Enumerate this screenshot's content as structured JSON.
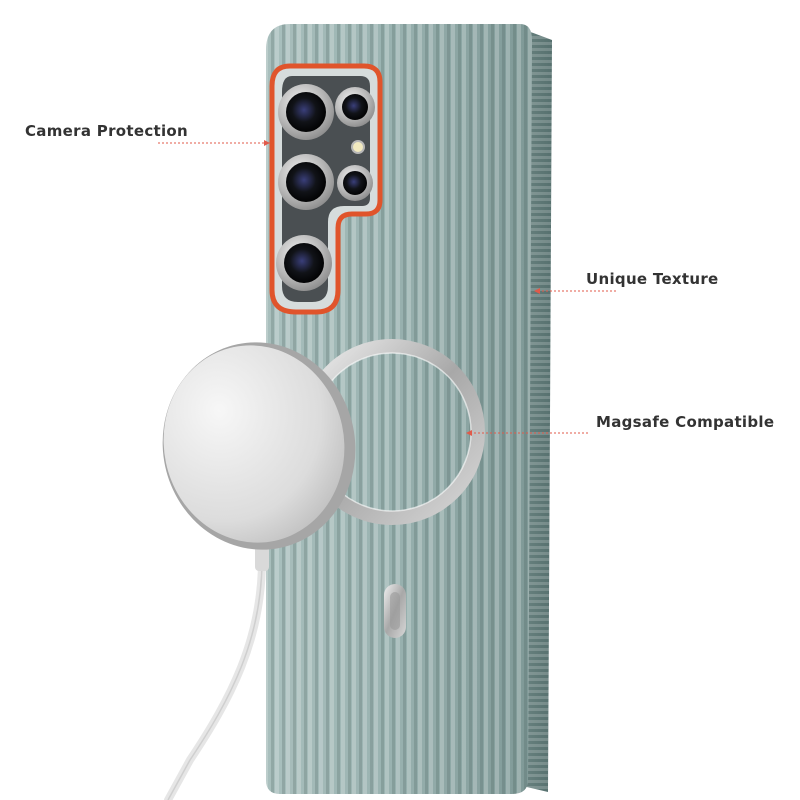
{
  "callouts": {
    "camera_protection": "Camera Protection",
    "unique_texture": "Unique Texture",
    "magsafe_compatible": "Magsafe Compatible"
  },
  "colors": {
    "case_body": "#8fa8a6",
    "case_shadow": "#5f7674",
    "camera_ring_accent": "#e0542b",
    "lens_metal": "#c8c8c8",
    "charger": "#e4e4e4",
    "callout_line": "#e05a4a",
    "text": "#333333"
  }
}
